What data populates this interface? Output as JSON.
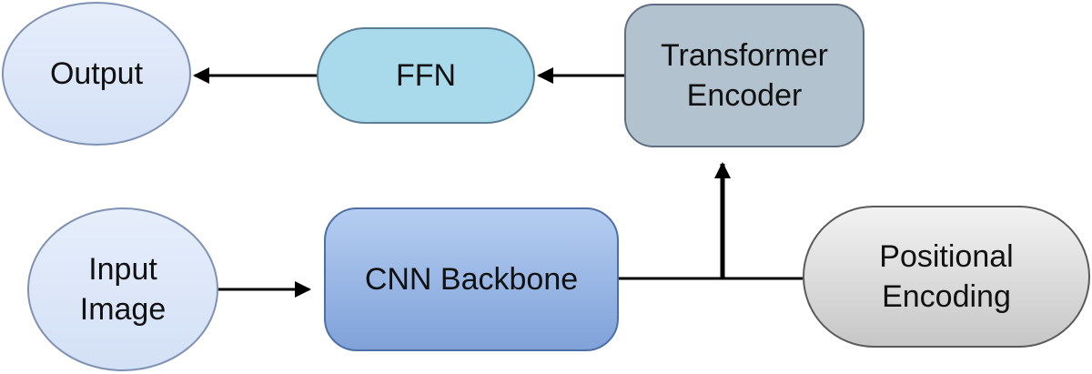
{
  "diagram": {
    "nodes": {
      "output": "Output",
      "ffn": "FFN",
      "transformer_encoder": "Transformer\nEncoder",
      "input_image": "Input\nImage",
      "cnn_backbone": "CNN Backbone",
      "positional_encoding": "Positional\nEncoding"
    },
    "edges": [
      {
        "from": "input_image",
        "to": "cnn_backbone"
      },
      {
        "from": "cnn_backbone",
        "to": "transformer_encoder"
      },
      {
        "from": "positional_encoding",
        "to": "transformer_encoder"
      },
      {
        "from": "transformer_encoder",
        "to": "ffn"
      },
      {
        "from": "ffn",
        "to": "output"
      }
    ]
  }
}
